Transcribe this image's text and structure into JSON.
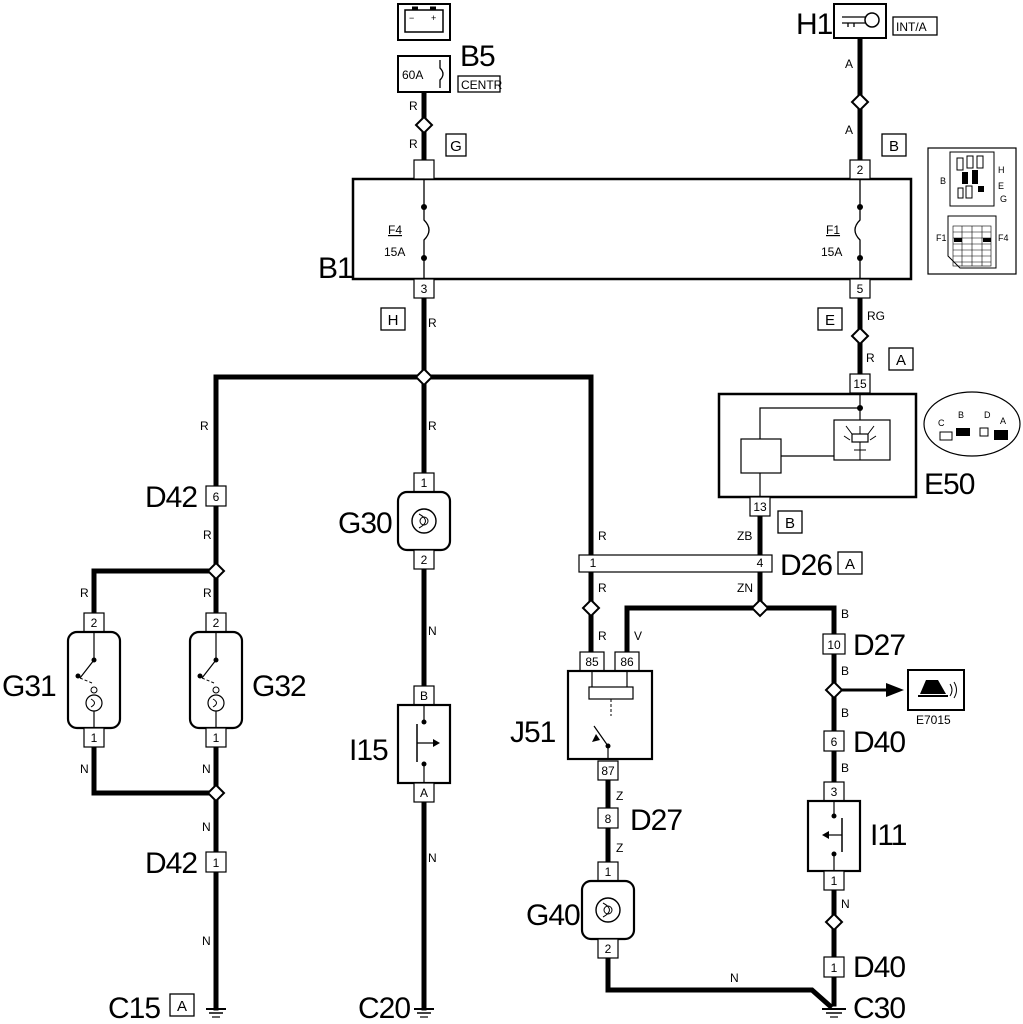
{
  "components": {
    "B5": {
      "label": "B5",
      "fuse": "60A",
      "tag": "CENTR"
    },
    "H1": {
      "label": "H1",
      "tag": "INT/A"
    },
    "B1": {
      "label": "B1",
      "fuse_left": "F4",
      "fuse_left_rating": "15A",
      "fuse_right": "F1",
      "fuse_right_rating": "15A"
    },
    "E50": {
      "label": "E50"
    },
    "D26": {
      "label": "D26"
    },
    "D27_top": {
      "label": "D27"
    },
    "D27_bottom": {
      "label": "D27"
    },
    "D40_top": {
      "label": "D40"
    },
    "D40_bottom": {
      "label": "D40"
    },
    "D42_top": {
      "label": "D42"
    },
    "D42_bottom": {
      "label": "D42"
    },
    "G30": {
      "label": "G30"
    },
    "G31": {
      "label": "G31"
    },
    "G32": {
      "label": "G32"
    },
    "G40": {
      "label": "G40"
    },
    "I15": {
      "label": "I15"
    },
    "I11": {
      "label": "I11"
    },
    "J51": {
      "label": "J51"
    },
    "E7015": {
      "label": "E7015"
    },
    "C15": {
      "label": "C15"
    },
    "C20": {
      "label": "C20"
    },
    "C30": {
      "label": "C30"
    }
  },
  "connector_codes": {
    "g_b5": "G",
    "b_h1": "B",
    "h_b1": "H",
    "e_b1": "E",
    "a_e50": "A",
    "b_e50": "B",
    "a_d26": "A",
    "a_c15": "A"
  },
  "pins": {
    "b1_in_left": "",
    "b1_in_right": "2",
    "b1_out_left": "3",
    "b1_out_right": "5",
    "e50_in": "15",
    "e50_out": "13",
    "d26_left": "1",
    "d26_right": "4",
    "d42_top": "6",
    "d42_bottom": "1",
    "g30_top": "1",
    "g30_bottom": "2",
    "g31_top": "2",
    "g31_bottom": "1",
    "g32_top": "2",
    "g32_bottom": "1",
    "i15_top": "B",
    "i15_bottom": "A",
    "j51_85": "85",
    "j51_86": "86",
    "j51_87": "87",
    "d27_top": "10",
    "d27_bottom": "8",
    "d40_top": "6",
    "d40_bottom": "1",
    "i11_top": "3",
    "i11_bottom": "1",
    "g40_top": "1",
    "g40_bottom": "2"
  },
  "wire_colors": {
    "b5_r1": "R",
    "b5_r2": "R",
    "h1_a1": "A",
    "h1_a2": "A",
    "b1_r": "R",
    "b1_rg": "RG",
    "e50_r": "R",
    "left_r1": "R",
    "left_r2": "R",
    "g31_r": "R",
    "g32_r": "R",
    "g31_n": "N",
    "g32_n": "N",
    "d42_n1": "N",
    "d42_n2": "N",
    "mid_r": "R",
    "g30_n": "N",
    "i15_n": "N",
    "d26_r1": "R",
    "d26_r2": "R",
    "j51_r": "R",
    "j51_v": "V",
    "e50_zb": "ZB",
    "zn": "ZN",
    "b_1": "B",
    "b_2": "B",
    "b_3": "B",
    "b_4": "B",
    "z_1": "Z",
    "z_2": "Z",
    "n_bottom": "N",
    "n_i11": "N"
  },
  "inset_labels": {
    "b1_b": "B",
    "b1_h": "H",
    "b1_e": "E",
    "b1_g": "G",
    "b1_f1": "F1",
    "b1_f4": "F4",
    "e50_c": "C",
    "e50_b": "B",
    "e50_d": "D",
    "e50_a": "A"
  }
}
